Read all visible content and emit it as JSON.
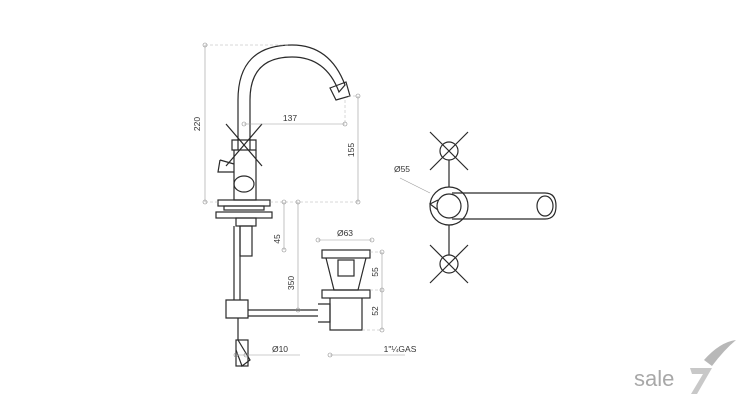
{
  "dimensions": {
    "height_total": "220",
    "reach": "137",
    "spout_height": "155",
    "rosette_diameter": "Ø55",
    "waste_diameter": "Ø63",
    "waste_depth_upper": "55",
    "waste_depth_lower": "52",
    "rod_length": "350",
    "rod_diameter": "Ø10",
    "mount_depth": "45",
    "thread": "1\"¼GAS"
  },
  "brand": {
    "name": "sale"
  },
  "colors": {
    "line": "#2a2a2a",
    "dimension": "#9a9a9a",
    "brand": "#a8a8a8"
  }
}
